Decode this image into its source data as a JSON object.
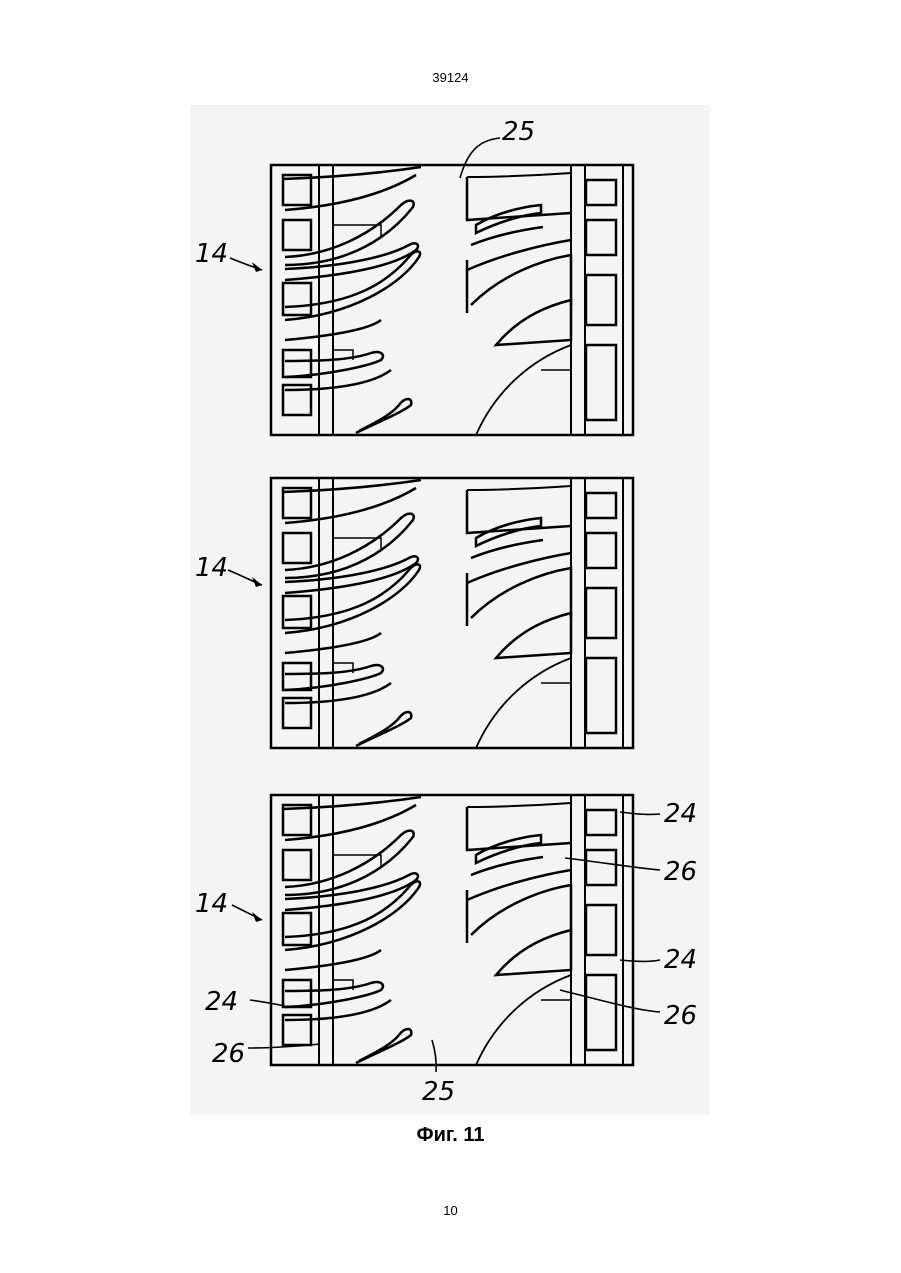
{
  "header": {
    "doc_number": "39124"
  },
  "figure": {
    "caption": "Фиг. 11",
    "labels": {
      "ref_14": "14",
      "ref_25": "25",
      "ref_24": "24",
      "ref_26": "26"
    }
  },
  "footer": {
    "page_number": "10"
  }
}
